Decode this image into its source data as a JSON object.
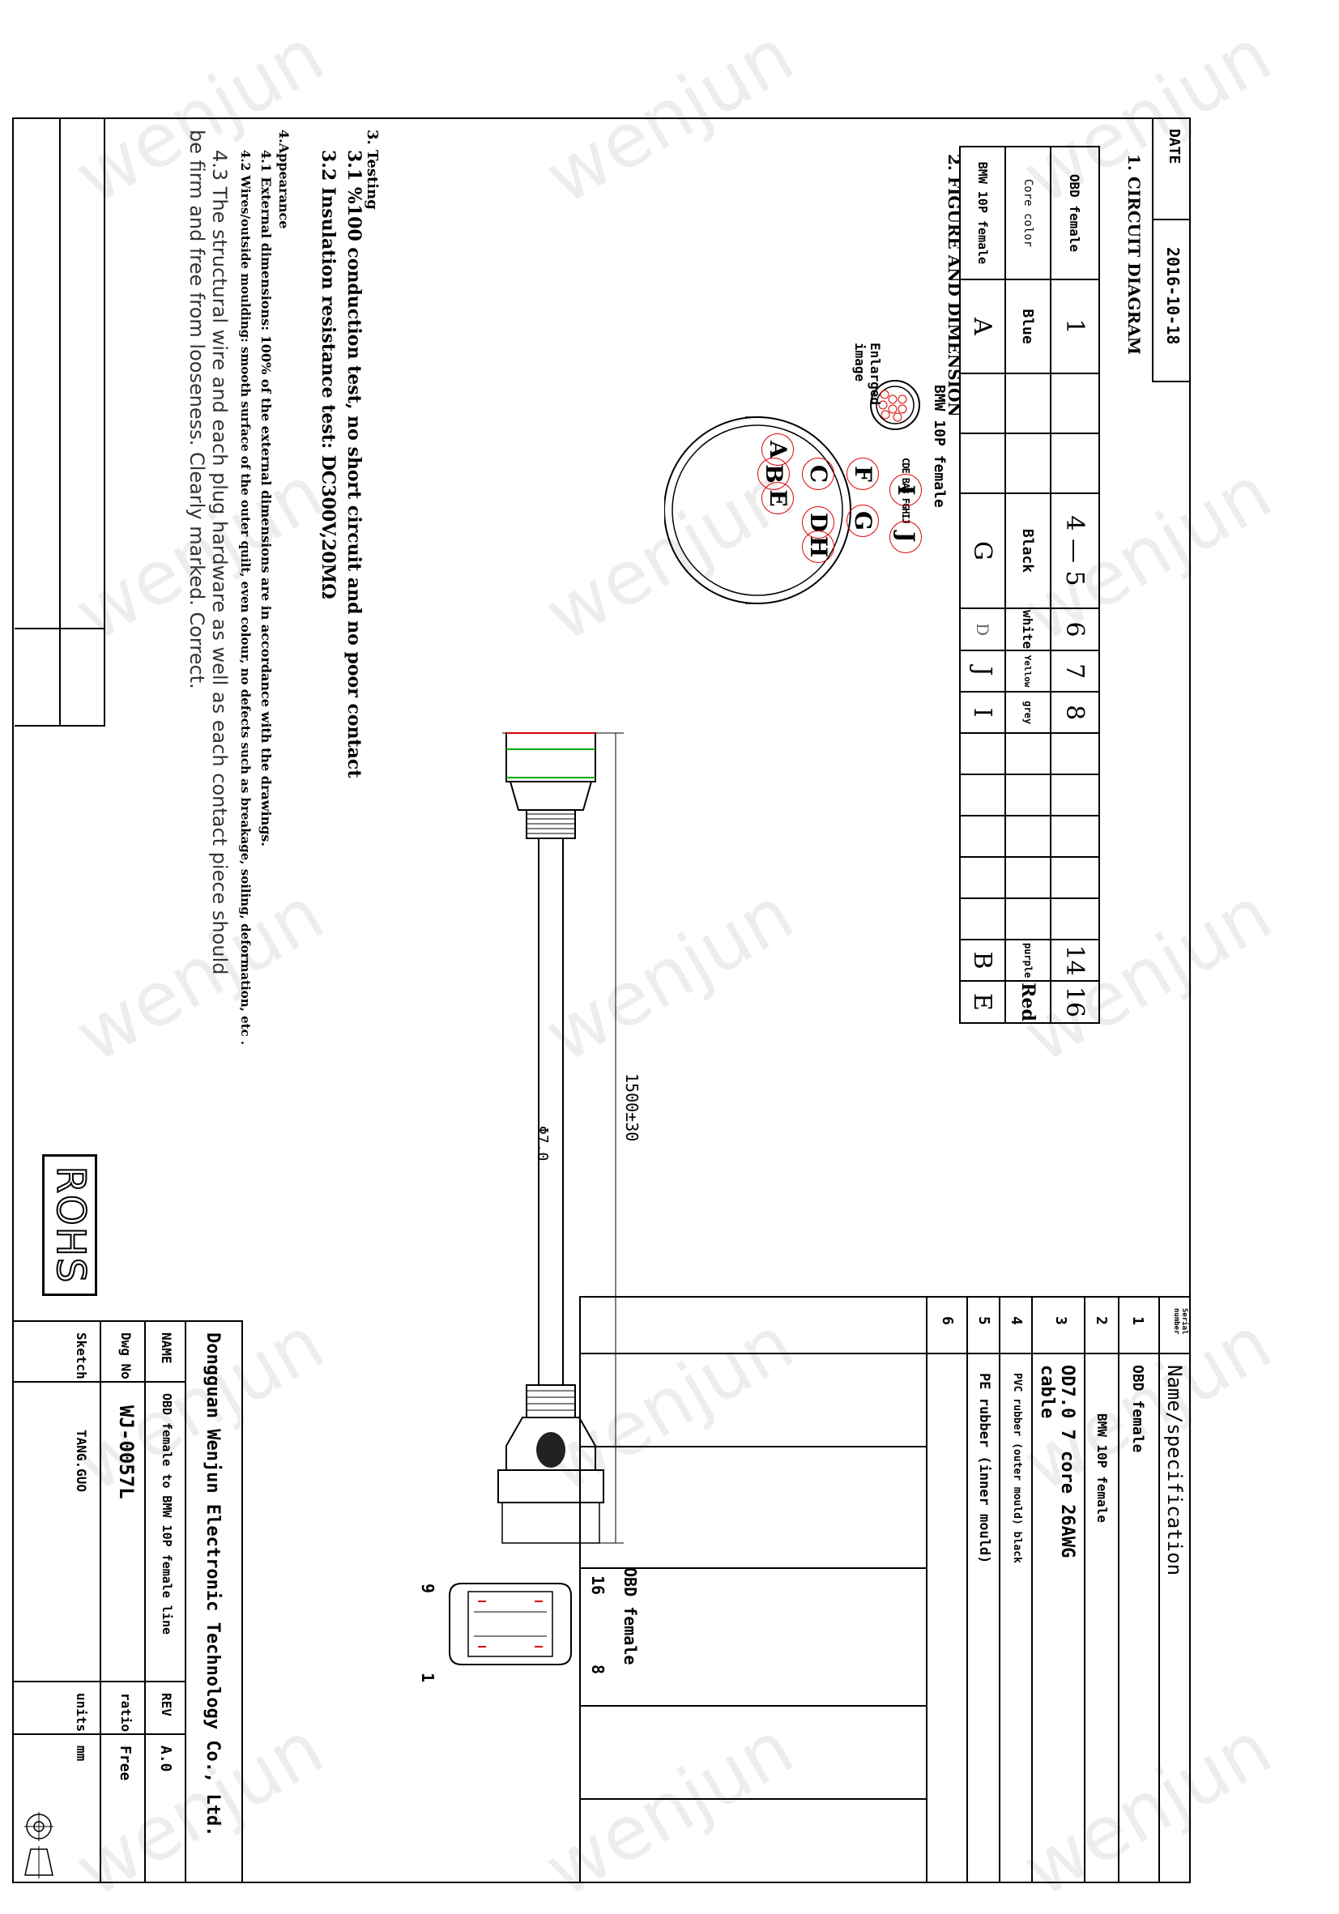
{
  "watermark_text": "wenjun",
  "date_label": "DATE",
  "date_value": "2016-10-18",
  "sections": {
    "s1": "1. CIRCUIT DIAGRAM",
    "s2": "2. FIGURE AND DIMENSION",
    "s3": "3. Testing",
    "s3_1": "3.1 %100 conduction test, no short circuit and no poor contact",
    "s3_2": "3.2 Insulation resistance test: DC300V,20MΩ",
    "s4": "4.Appearance",
    "s4_1": "4.1 External dimensions: 100% of the external dimensions are in accordance with the drawings.",
    "s4_2": "4.2 Wires/outside moulding: smooth surface of the outer quilt, even colour, no defects such as breakage, soiling, deformation, etc .",
    "s4_3a": "4.3 The structural wire and each plug hardware as well as each contact piece should",
    "s4_3b": "be firm and free from looseness. Clearly marked. Correct."
  },
  "circuit_table": {
    "row_labels": [
      "OBD female",
      "Core color",
      "BMW 10P female"
    ],
    "obd": [
      "1",
      "",
      "",
      "4 — 5",
      "6",
      "7",
      "8",
      "",
      "",
      "",
      "",
      "",
      "14",
      "16"
    ],
    "color": [
      "Blue",
      "",
      "",
      "Black",
      "white",
      "Yellow",
      "grey",
      "",
      "",
      "",
      "",
      "",
      "purple",
      "Red"
    ],
    "bmw": [
      "A",
      "",
      "",
      "G",
      "D",
      "J",
      "I",
      "",
      "",
      "",
      "",
      "",
      "B",
      "E"
    ]
  },
  "figure": {
    "bmw_label": "BMW 10P female",
    "enlarged_label": "Enlarged image",
    "pins": [
      "A",
      "B",
      "C",
      "D",
      "E",
      "F",
      "G",
      "H",
      "I",
      "J"
    ],
    "small_pins": "CDE BAB FGHIJ",
    "length_dim": "1500±30",
    "diameter_dim": "Φ7.0",
    "obd_label": "OBD female",
    "obd_pins": [
      "16",
      "9",
      "8",
      "1"
    ]
  },
  "bom": {
    "header_serial": "Serial number",
    "header_name": "Name/specification",
    "rows": [
      {
        "n": "1",
        "name": "OBD female"
      },
      {
        "n": "2",
        "name": "BMW 10P female"
      },
      {
        "n": "3",
        "name": "OD7.0 7 core 26AWG cable"
      },
      {
        "n": "4",
        "name": "PVC rubber (outer mould) black"
      },
      {
        "n": "5",
        "name": "PE rubber (inner mould)"
      },
      {
        "n": "6",
        "name": ""
      }
    ]
  },
  "rohs": "ROHS",
  "title_block": {
    "company": "Dongguan Wenjun Electronic Technology Co., Ltd.",
    "name_label": "NAME",
    "name_value": "OBD female to BMW 10P female line",
    "rev_label": "REV",
    "rev_value": "A.0",
    "dwg_label": "Dwg No",
    "dwg_value": "WJ-0057L",
    "ratio_label": "ratio",
    "ratio_value": "Free",
    "sketch_label": "Sketch",
    "sketch_value": "TANG.GUO",
    "units_label": "units",
    "units_value": "mm"
  }
}
